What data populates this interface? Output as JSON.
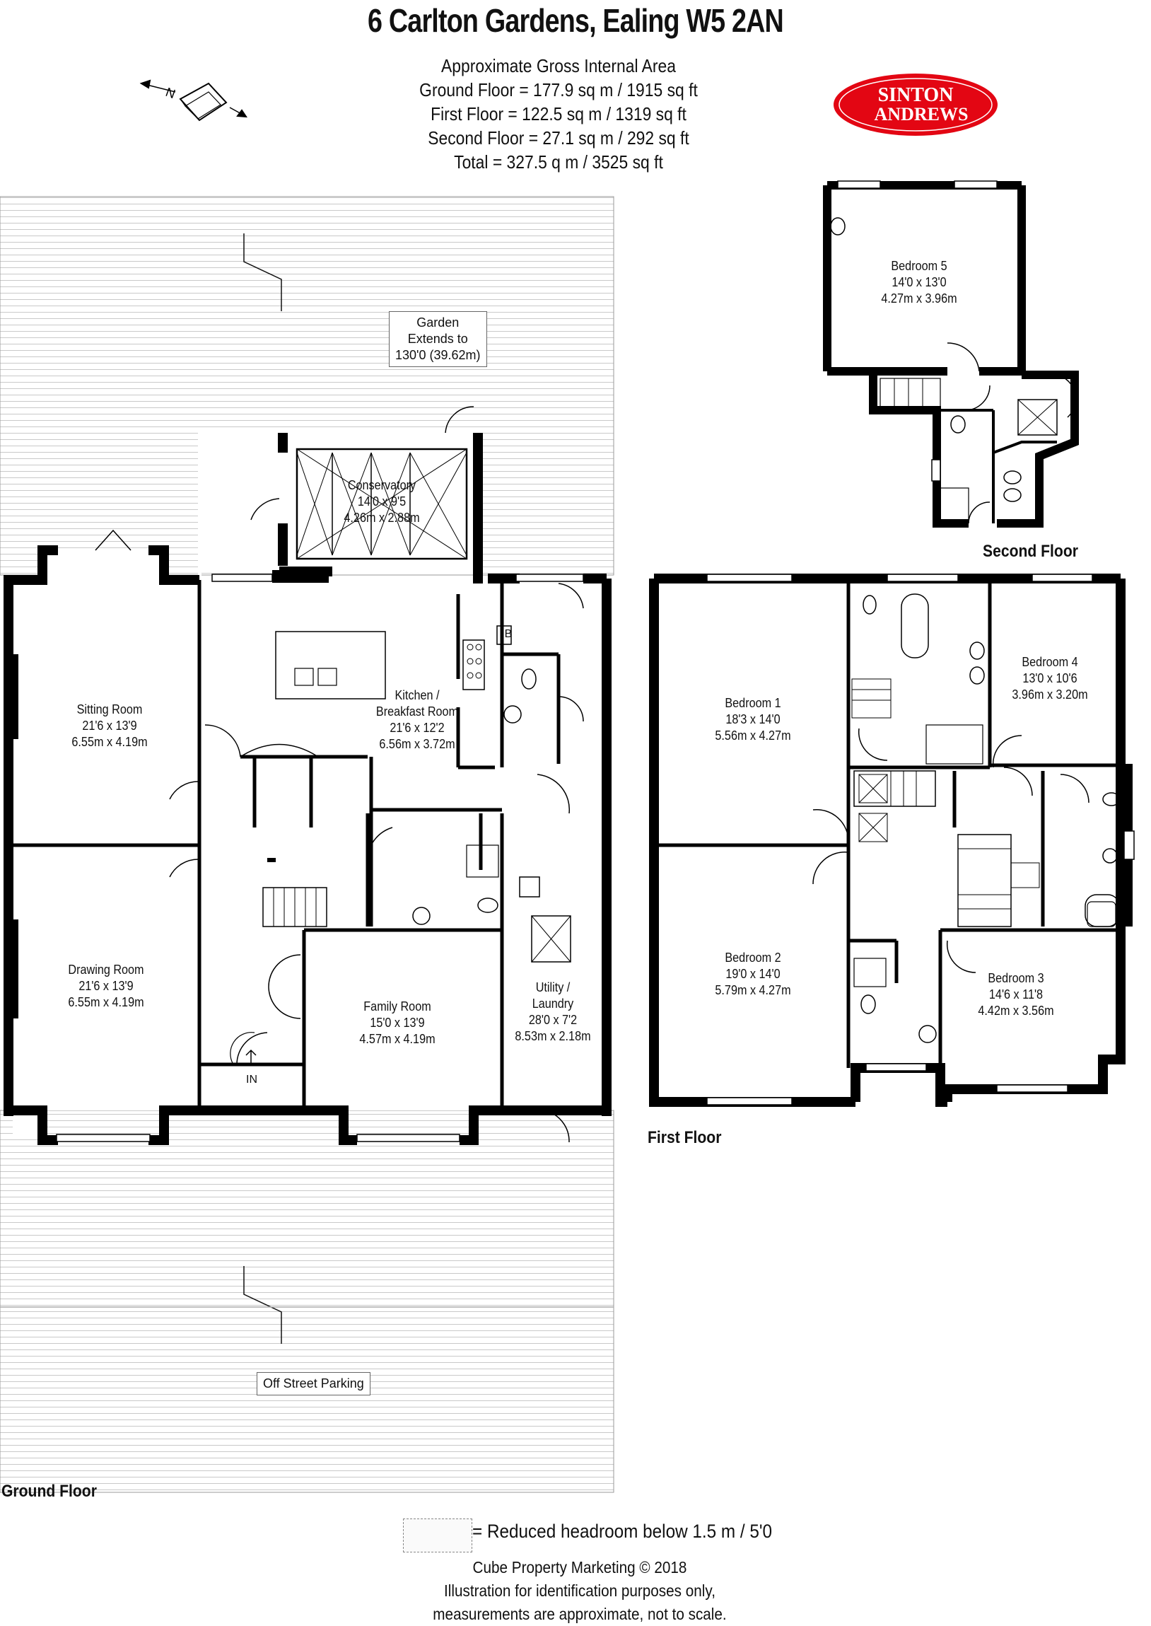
{
  "header": {
    "title": "6 Carlton Gardens, Ealing W5 2AN",
    "area_heading": "Approximate Gross Internal Area",
    "area_lines": [
      "Ground Floor = 177.9 sq m / 1915 sq ft",
      "First Floor = 122.5 sq m / 1319 sq ft",
      "Second Floor = 27.1 sq m / 292 sq ft",
      "Total = 327.5 q m / 3525 sq ft"
    ]
  },
  "logo": {
    "line1": "SINTON",
    "line2": "ANDREWS",
    "color": "#e30613"
  },
  "compass": {
    "label": "N",
    "icon": "north-compass-icon"
  },
  "floors": {
    "ground": "Ground Floor",
    "first": "First Floor",
    "second": "Second Floor"
  },
  "annotations": {
    "garden": [
      "Garden",
      "Extends to",
      "130'0 (39.62m)"
    ],
    "parking": "Off Street Parking",
    "entrance": "IN",
    "boiler": "B"
  },
  "rooms": {
    "conservatory": [
      "Conservatory",
      "14'0 x 9'5",
      "4.26m x 2.88m"
    ],
    "sitting": [
      "Sitting Room",
      "21'6 x 13'9",
      "6.55m x 4.19m"
    ],
    "kitchen": [
      "Kitchen /",
      "Breakfast Room",
      "21'6 x 12'2",
      "6.56m x 3.72m"
    ],
    "drawing": [
      "Drawing Room",
      "21'6 x 13'9",
      "6.55m x 4.19m"
    ],
    "family": [
      "Family Room",
      "15'0 x 13'9",
      "4.57m x 4.19m"
    ],
    "utility": [
      "Utility /",
      "Laundry",
      "28'0 x 7'2",
      "8.53m x 2.18m"
    ],
    "bedroom1": [
      "Bedroom 1",
      "18'3 x 14'0",
      "5.56m x 4.27m"
    ],
    "bedroom2": [
      "Bedroom 2",
      "19'0 x 14'0",
      "5.79m x 4.27m"
    ],
    "bedroom3": [
      "Bedroom 3",
      "14'6 x 11'8",
      "4.42m x 3.56m"
    ],
    "bedroom4": [
      "Bedroom 4",
      "13'0 x 10'6",
      "3.96m x 3.20m"
    ],
    "bedroom5": [
      "Bedroom 5",
      "14'0 x 13'0",
      "4.27m x 3.96m"
    ]
  },
  "legend": {
    "text": "=  Reduced headroom below 1.5 m / 5'0"
  },
  "footer": [
    "Cube Property Marketing © 2018",
    "Illustration for identification purposes only,",
    "measurements are approximate, not to scale."
  ],
  "colors": {
    "wall": "#000000",
    "hatch": "#c9c9c9",
    "logo_red": "#e30613"
  }
}
